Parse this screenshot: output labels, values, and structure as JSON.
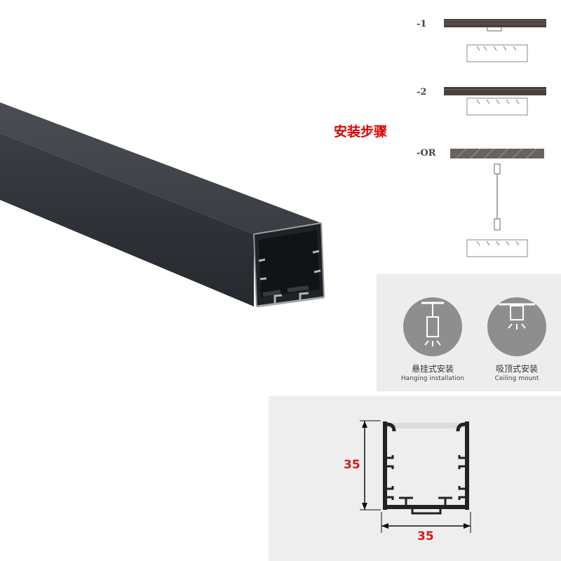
{
  "install": {
    "title": "安装步骤",
    "steps": [
      "-1",
      "-2",
      "-OR"
    ]
  },
  "mounting": {
    "options": [
      {
        "cn": "悬挂式安装",
        "en": "Hanging installation",
        "icon": "pendant-lamp-icon"
      },
      {
        "cn": "吸顶式安装",
        "en": "Ceiling mount",
        "icon": "ceiling-lamp-icon"
      }
    ]
  },
  "dimensions": {
    "height": "35",
    "width": "35"
  },
  "colors": {
    "accent_red": "#e00000",
    "profile_black": "#2c2f33",
    "panel_gray": "#ededed"
  }
}
